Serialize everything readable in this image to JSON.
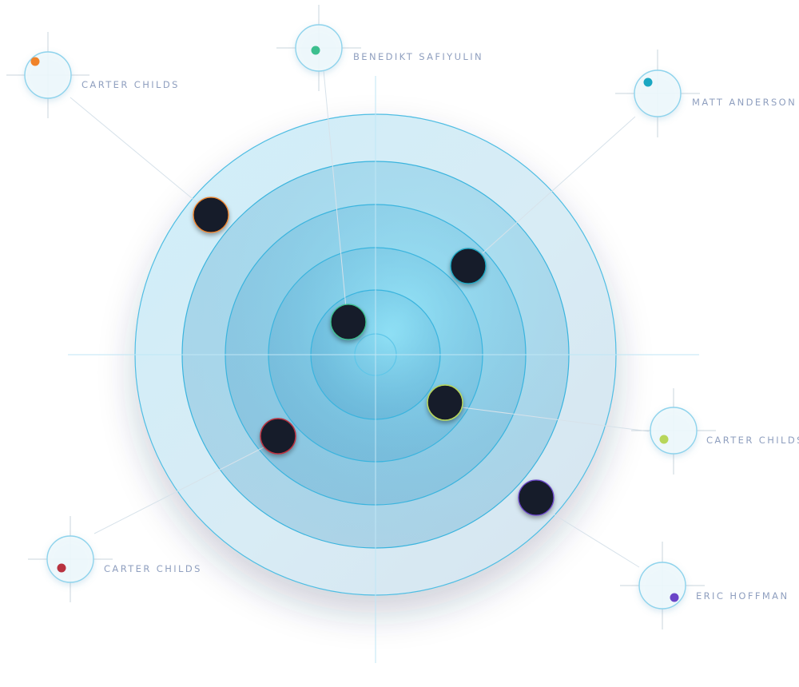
{
  "people": [
    {
      "id": "p1",
      "name": "CARTER CHILDS",
      "color": "#f0832a"
    },
    {
      "id": "p2",
      "name": "BENEDIKT SAFIYULIN",
      "color": "#3cbf8e"
    },
    {
      "id": "p3",
      "name": "MATT ANDERSON",
      "color": "#1aa7c2"
    },
    {
      "id": "p4",
      "name": "CARTER CHILDS",
      "color": "#b7d65a"
    },
    {
      "id": "p5",
      "name": "CARTER CHILDS",
      "color": "#b8323f"
    },
    {
      "id": "p6",
      "name": "ERIC HOFFMAN",
      "color": "#6a45c8"
    }
  ],
  "colors": {
    "ring_stroke": "#3ab4de",
    "grid_line": "#b4e2f3",
    "dot_fill": "#141a2a"
  }
}
